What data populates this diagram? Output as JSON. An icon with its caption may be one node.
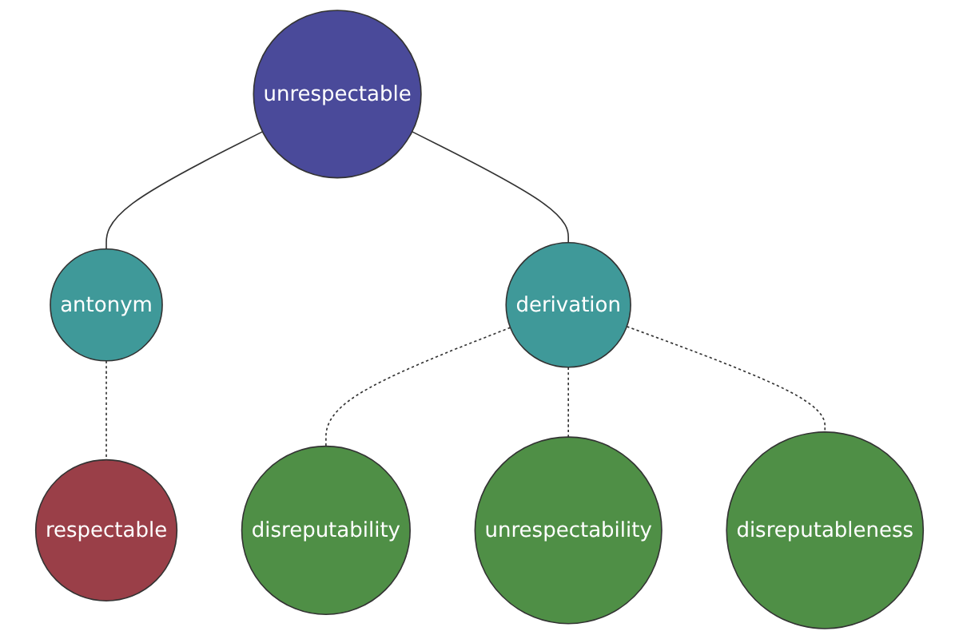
{
  "diagram": {
    "nodes": [
      {
        "text": [
          "unrespectable"
        ]
      },
      {
        "text": [
          "antonym"
        ]
      },
      {
        "text": [
          "respectable"
        ]
      },
      {
        "text": [
          "derivation"
        ]
      },
      {
        "text": [
          "disreputability"
        ]
      },
      {
        "text": [
          "unrespectability"
        ]
      },
      {
        "text": [
          "disreputableness"
        ]
      }
    ],
    "edges": [
      {
        "from": 0,
        "to": 1,
        "arrow": "none"
      },
      {
        "from": 1,
        "to": 2,
        "arrow": "none",
        "style": "dashed"
      },
      {
        "from": 0,
        "to": 3,
        "arrow": "none"
      },
      {
        "from": 3,
        "to": 4,
        "arrow": "none",
        "style": "dashed"
      },
      {
        "from": 3,
        "to": 5,
        "arrow": "none",
        "style": "dashed"
      },
      {
        "from": 3,
        "to": 6,
        "arrow": "none",
        "style": "dashed"
      }
    ]
  }
}
